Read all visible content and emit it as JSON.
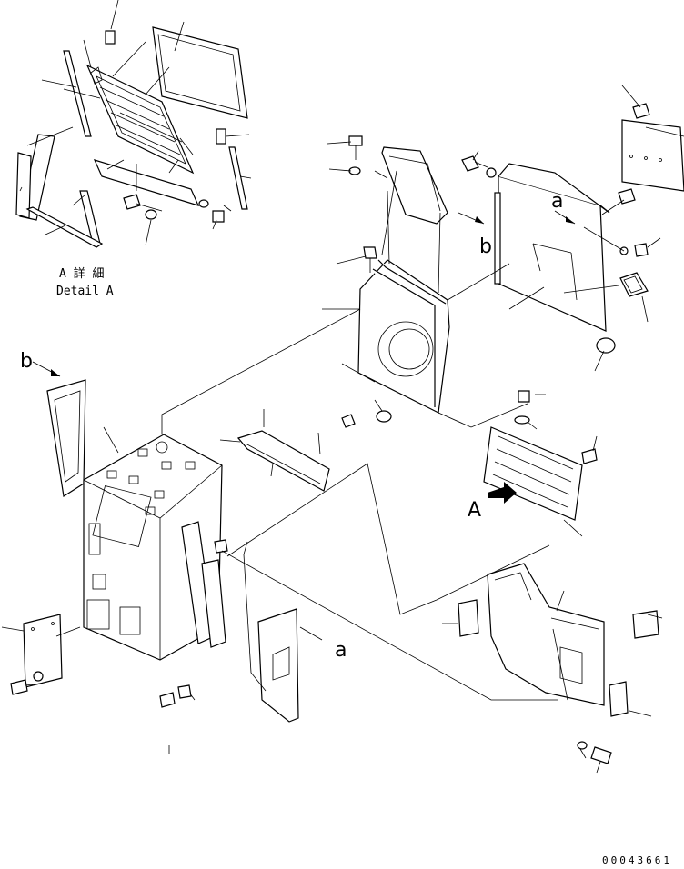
{
  "detail_label": {
    "jp": "A 詳 細",
    "en": "Detail A"
  },
  "callout_letters": {
    "a_top": "a",
    "b_top": "b",
    "b_left": "b",
    "a_bottom": "a",
    "A_arrow": "A"
  },
  "drawing_number": "00043661"
}
